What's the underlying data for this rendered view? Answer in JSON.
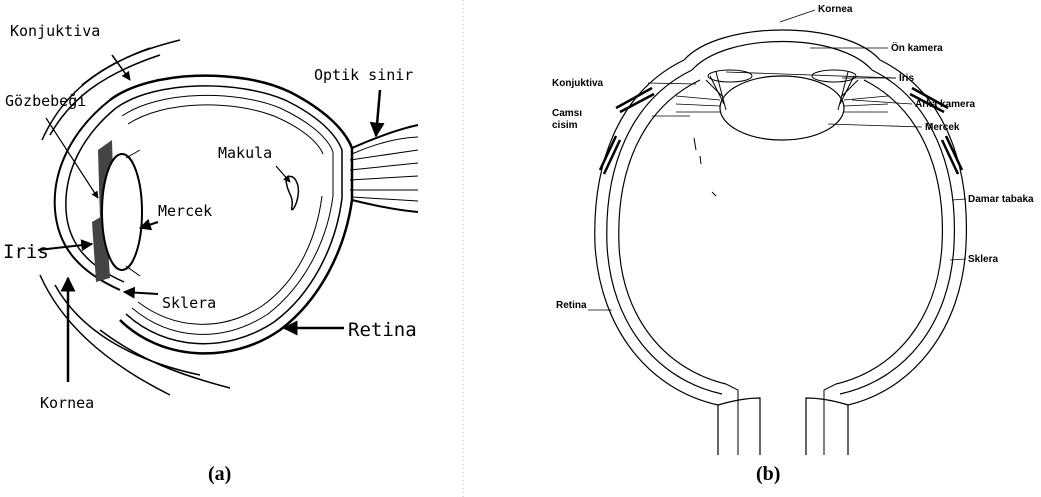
{
  "figure_a": {
    "labels": {
      "konjuktiva": "Konjuktiva",
      "gozbebegi": "Gözbebeği",
      "iris": "Iris",
      "kornea": "Kornea",
      "optik_sinir": "Optik sinir",
      "makula": "Makula",
      "mercek": "Mercek",
      "sklera": "Sklera",
      "retina": "Retina"
    },
    "caption": "(a)"
  },
  "figure_b": {
    "labels": {
      "kornea": "Kornea",
      "on_kamera": "Ön kamera",
      "iris": "İris",
      "konjuktiva": "Konjuktiva",
      "arka_kamera": "Arka kamera",
      "camsi_1": "Camsı",
      "camsi_2": "cisim",
      "mercek": "Mercek",
      "damar_tabaka": "Damar tabaka",
      "sklera": "Sklera",
      "retina": "Retina"
    },
    "caption": "(b)"
  }
}
